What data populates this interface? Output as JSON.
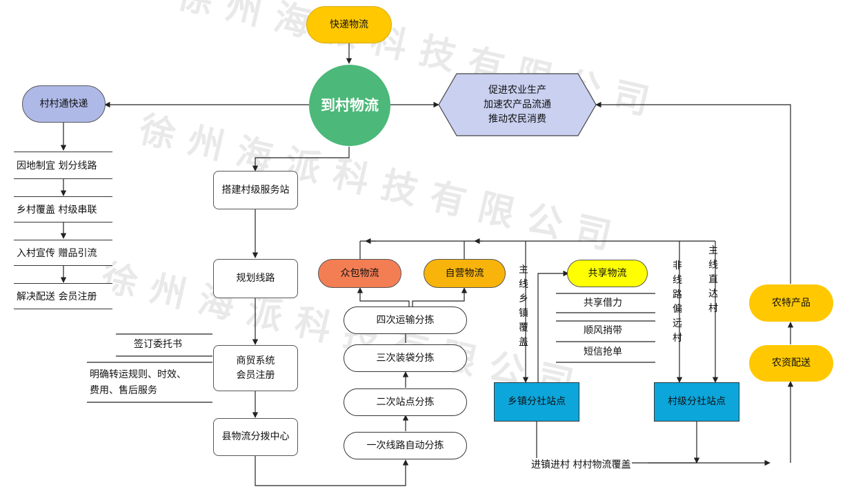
{
  "watermark": "徐州海派科技有限公司",
  "nodes": {
    "express": "快递物流",
    "center": "到村物流",
    "village_express": "村村通快递",
    "benefits": [
      "促进农业生产",
      "加速农产品流通",
      "推动农民消费"
    ],
    "village_station": "搭建村级服务站",
    "plan_route": "规划线路",
    "trade_system": [
      "商贸系统",
      "会员注册"
    ],
    "county_center": "县物流分拨中心",
    "crowd": "众包物流",
    "self_run": "自营物流",
    "shared": "共享物流",
    "town_station": "乡镇分社站点",
    "village_branch": "村级分社站点",
    "specialty": "农特产品",
    "supply": "农资配送"
  },
  "left_steps": [
    "因地制宜 划分线路",
    "乡村覆盖 村级串联",
    "入村宣传 赠品引流",
    "解决配送 会员注册"
  ],
  "sort_steps": [
    "四次运输分拣",
    "三次装袋分拣",
    "二次站点分拣",
    "一次线路自动分拣"
  ],
  "shared_items": [
    "共享借力",
    "顺风捎带",
    "短信抢单"
  ],
  "side_notes": {
    "sign": "签订委托书",
    "rules": [
      "明确转运规则、时效、",
      "费用、售后服务"
    ]
  },
  "vertical_labels": {
    "mainline_town": "主线乡镇覆盖",
    "non_mainline": "非线路偏远村",
    "mainline_direct": "主线直达村"
  },
  "bottom_label": "进镇进村 村村物流覆盖",
  "colors": {
    "yellow": "#FFC800",
    "green": "#4CB879",
    "lavender": "#AFB9E8",
    "hexagon": "#C9D0F0",
    "orange": "#F47E54",
    "amber": "#F9B40C",
    "lemon": "#FFFF00",
    "blue": "#0CA6DB"
  }
}
